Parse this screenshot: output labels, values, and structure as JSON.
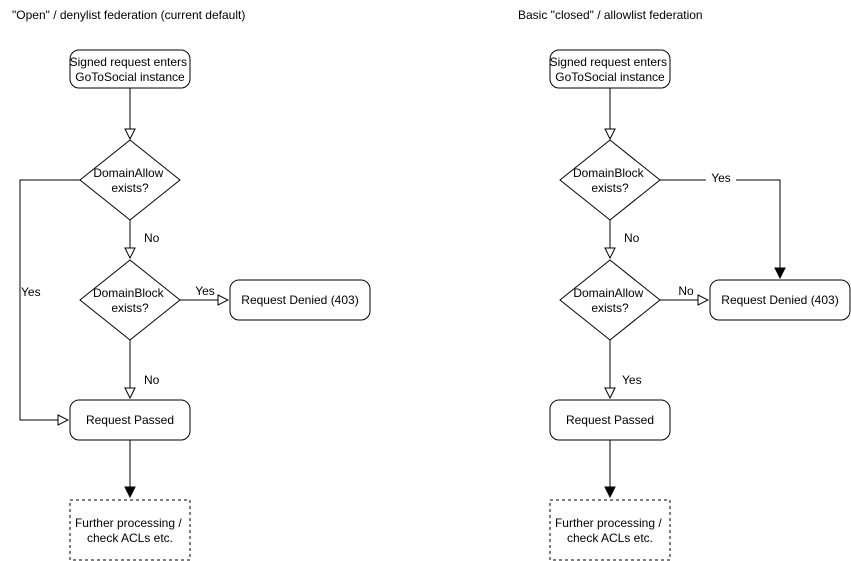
{
  "colors": {
    "background": "#ffffff",
    "stroke": "#000000",
    "text": "#000000"
  },
  "left": {
    "title": "\"Open\" / denylist federation (current default)",
    "start": {
      "line1": "Signed request enters",
      "line2": "GoToSocial instance"
    },
    "decision1": {
      "line1": "DomainAllow",
      "line2": "exists?"
    },
    "decision2": {
      "line1": "DomainBlock",
      "line2": "exists?"
    },
    "denied": "Request Denied (403)",
    "passed": "Request Passed",
    "further": {
      "line1": "Further processing /",
      "line2": "check ACLs etc."
    },
    "edge_labels": {
      "allow_yes": "Yes",
      "allow_no": "No",
      "block_yes": "Yes",
      "block_no": "No"
    }
  },
  "right": {
    "title": "Basic \"closed\" / allowlist federation",
    "start": {
      "line1": "Signed request enters",
      "line2": "GoToSocial instance"
    },
    "decision1": {
      "line1": "DomainBlock",
      "line2": "exists?"
    },
    "decision2": {
      "line1": "DomainAllow",
      "line2": "exists?"
    },
    "denied": "Request Denied (403)",
    "passed": "Request Passed",
    "further": {
      "line1": "Further processing /",
      "line2": "check ACLs etc."
    },
    "edge_labels": {
      "block_yes": "Yes",
      "block_no": "No",
      "allow_no": "No",
      "allow_yes": "Yes"
    }
  }
}
